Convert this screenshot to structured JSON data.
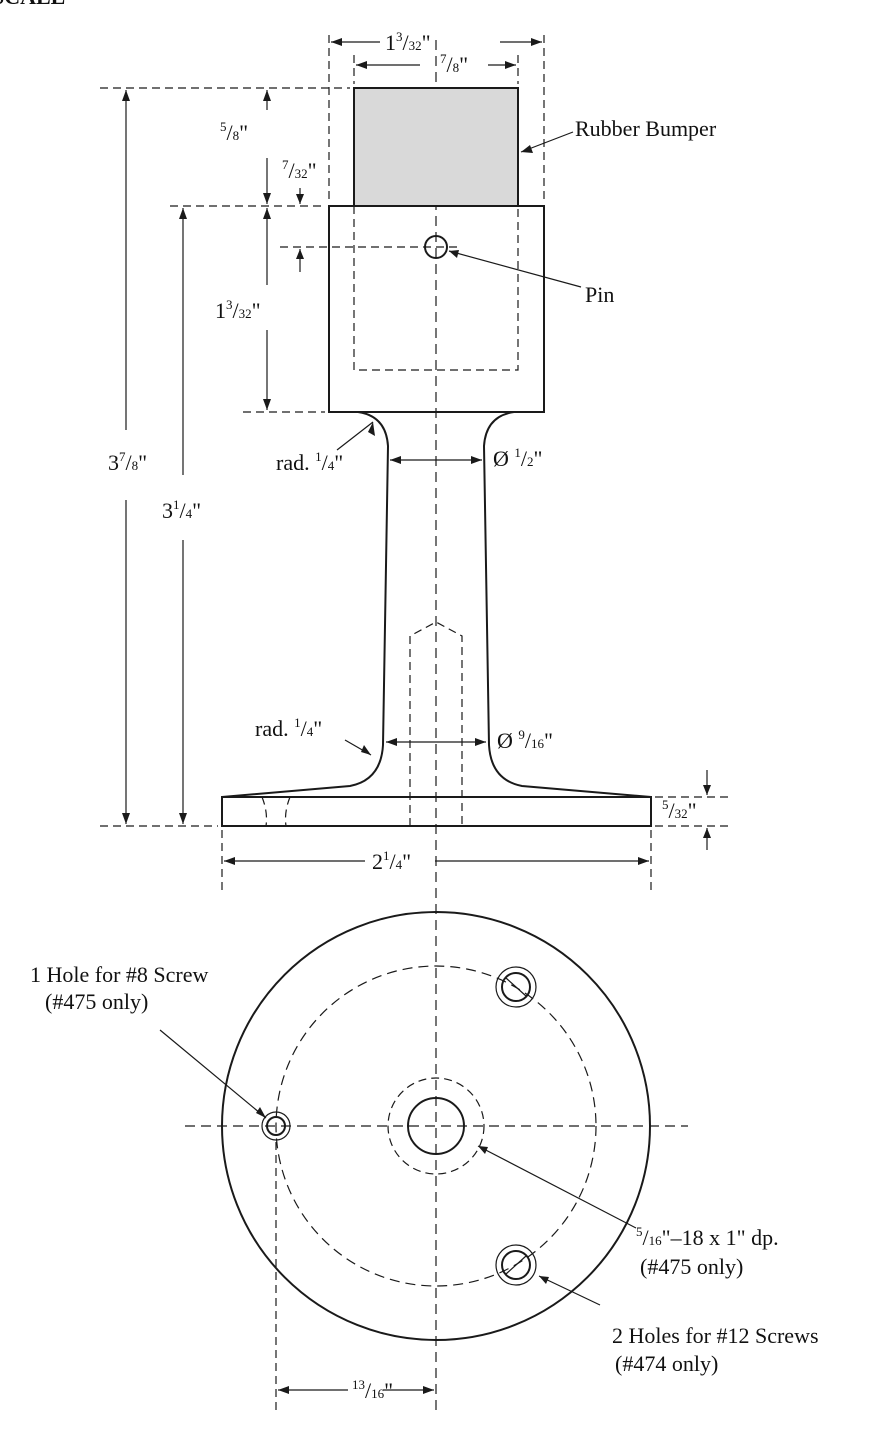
{
  "page": {
    "cut_title": "SCALE"
  },
  "dimensions": {
    "overall_width": {
      "whole": "1",
      "num": "3",
      "den": "32",
      "unit": "\""
    },
    "bumper_width": {
      "whole": "",
      "num": "7",
      "den": "8",
      "unit": "\""
    },
    "bumper_height": {
      "whole": "",
      "num": "5",
      "den": "8",
      "unit": "\""
    },
    "pin_offset": {
      "whole": "",
      "num": "7",
      "den": "32",
      "unit": "\""
    },
    "socket_depth": {
      "whole": "1",
      "num": "3",
      "den": "32",
      "unit": "\""
    },
    "total_height": {
      "whole": "3",
      "num": "7",
      "den": "8",
      "unit": "\""
    },
    "body_height": {
      "whole": "3",
      "num": "1",
      "den": "4",
      "unit": "\""
    },
    "top_radius": {
      "prefix": "rad. ",
      "whole": "",
      "num": "1",
      "den": "4",
      "unit": "\""
    },
    "top_diameter": {
      "prefix": "Ø ",
      "whole": "",
      "num": "1",
      "den": "2",
      "unit": "\""
    },
    "bottom_radius": {
      "prefix": "rad. ",
      "whole": "",
      "num": "1",
      "den": "4",
      "unit": "\""
    },
    "bottom_diameter": {
      "prefix": "Ø ",
      "whole": "",
      "num": "9",
      "den": "16",
      "unit": "\""
    },
    "base_thickness": {
      "whole": "",
      "num": "5",
      "den": "32",
      "unit": "\""
    },
    "base_width": {
      "whole": "2",
      "num": "1",
      "den": "4",
      "unit": "\""
    },
    "hole_offset": {
      "whole": "",
      "num": "13",
      "den": "16",
      "unit": "\""
    }
  },
  "callouts": {
    "rubber_bumper": "Rubber Bumper",
    "pin": "Pin",
    "hole8_line1": "1 Hole for #8 Screw",
    "hole8_line2": "(#475 only)",
    "tap_line1": "–18 x 1\" dp.",
    "tap_line2": "(#475 only)",
    "holes12_line1": "2 Holes for #12 Screws",
    "holes12_line2": "(#474 only)"
  },
  "colors": {
    "bumper_fill": "#d9d9d9",
    "ink": "#1a1a1a"
  }
}
